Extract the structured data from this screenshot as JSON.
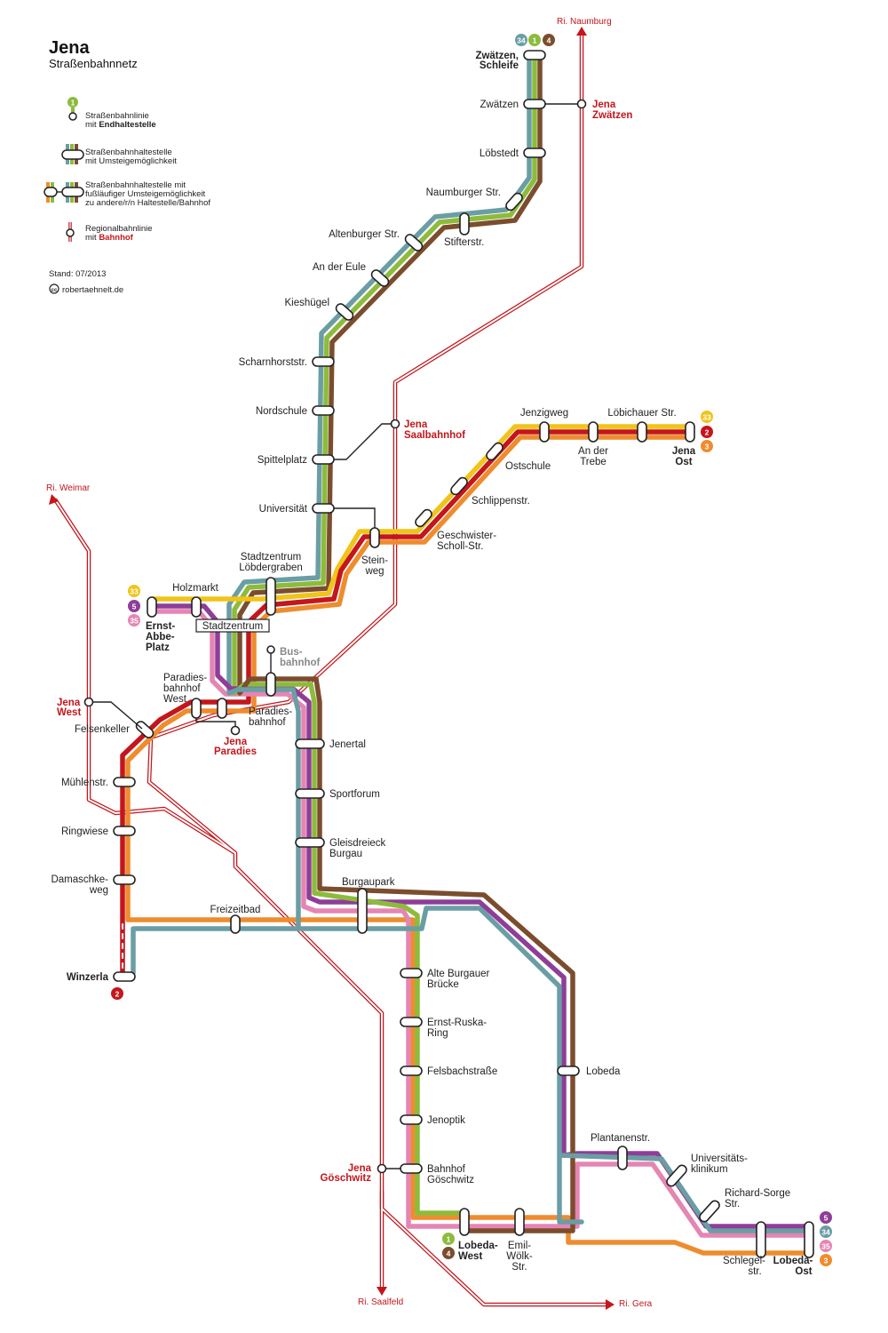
{
  "title": "Jena",
  "subtitle": "Straßenbahnnetz",
  "colors": {
    "line1": "#8dbb3c",
    "line2": "#c4161c",
    "line3": "#ee8c2e",
    "line4": "#7b4d2e",
    "line5": "#8e3e98",
    "line33": "#f0c419",
    "line34": "#6a9ea4",
    "line35": "#e585b4",
    "rail": "#c4161c"
  },
  "legend": {
    "terminus_l1": "Straßenbahnlinie",
    "terminus_l2_prefix": "mit ",
    "terminus_l2_bold": "Endhaltestelle",
    "transfer_l1": "Straßenbahnhaltestelle",
    "transfer_l2": "mit Umsteigemöglichkeit",
    "walk_l1": "Straßenbahnhaltestelle mit",
    "walk_l2": "fußläufiger Umsteigemöglichkeit",
    "walk_l3": "zu andere/r/n Haltestelle/Bahnhof",
    "rail_l1": "Regionalbahnlinie",
    "rail_l2_prefix": "mit ",
    "rail_l2_bold": "Bahnhof",
    "sample_line": "1"
  },
  "stand": "Stand: 07/2013",
  "credit": "robertaehnelt.de",
  "directions": {
    "naumburg": "Ri. Naumburg",
    "weimar": "Ri. Weimar",
    "saalfeld": "Ri. Saalfeld",
    "gera": "Ri. Gera"
  },
  "rail_stations": {
    "zwaetzen_1": "Jena",
    "zwaetzen_2": "Zwätzen",
    "saalbf_1": "Jena",
    "saalbf_2": "Saalbahnhof",
    "west_1": "Jena",
    "west_2": "West",
    "paradies_1": "Jena",
    "paradies_2": "Paradies",
    "goeschwitz_1": "Jena",
    "goeschwitz_2": "Göschwitz"
  },
  "stops": {
    "zwaetzen_schleife_1": "Zwätzen,",
    "zwaetzen_schleife_2": "Schleife",
    "zwaetzen": "Zwätzen",
    "loebstedt": "Löbstedt",
    "naumburger": "Naumburger Str.",
    "stifterstr": "Stifterstr.",
    "altenburger": "Altenburger Str.",
    "an_der_eule": "An der Eule",
    "kieshuegel": "Kieshügel",
    "scharnhorst": "Scharnhorststr.",
    "nordschule": "Nordschule",
    "spittelplatz": "Spittelplatz",
    "universitaet": "Universität",
    "steinweg_1": "Stein-",
    "steinweg_2": "weg",
    "gsschol_1": "Geschwister-",
    "gsschol_2": "Scholl-Str.",
    "schlippen": "Schlippenstr.",
    "ostschule": "Ostschule",
    "jenzigweg": "Jenzigweg",
    "antrebe_1": "An der",
    "antrebe_2": "Trebe",
    "loebichauer": "Löbichauer Str.",
    "jenaost_1": "Jena",
    "jenaost_2": "Ost",
    "stadtzentrum_l_1": "Stadtzentrum",
    "stadtzentrum_l_2": "Löbdergraben",
    "holzmarkt": "Holzmarkt",
    "eap_1": "Ernst-",
    "eap_2": "Abbe-",
    "eap_3": "Platz",
    "stadtzentrum_box": "Stadtzentrum",
    "busbf_1": "Bus-",
    "busbf_2": "bahnhof",
    "pbw_1": "Paradies-",
    "pbw_2": "bahnhof",
    "pbw_3": "West",
    "pb_1": "Paradies-",
    "pb_2": "bahnhof",
    "felsenkeller": "Felsenkeller",
    "jenertal": "Jenertal",
    "sportforum": "Sportforum",
    "gleisdreieck_1": "Gleisdreieck",
    "gleisdreieck_2": "Burgau",
    "muehlenstr": "Mühlenstr.",
    "ringwiese": "Ringwiese",
    "damaschke_1": "Damaschke-",
    "damaschke_2": "weg",
    "freizeitbad": "Freizeitbad",
    "winzerla": "Winzerla",
    "burgaupark": "Burgaupark",
    "altburgauer_1": "Alte Burgauer",
    "altburgauer_2": "Brücke",
    "ernstruska_1": "Ernst-Ruska-",
    "ernstruska_2": "Ring",
    "felsbach": "Felsbachstraße",
    "jenoptik": "Jenoptik",
    "bfgoesch_1": "Bahnhof",
    "bfgoesch_2": "Göschwitz",
    "lobeda": "Lobeda",
    "plantanen": "Plantanenstr.",
    "uniklinik_1": "Universitäts-",
    "uniklinik_2": "klinikum",
    "richardsorge_1": "Richard-Sorge",
    "richardsorge_2": "Str.",
    "schlegel_1": "Schlegel-",
    "schlegel_2": "str.",
    "lobedaost_1": "Lobeda-",
    "lobedaost_2": "Ost",
    "lobedawest_1": "Lobeda-",
    "lobedawest_2": "West",
    "emilwoelk_1": "Emil-",
    "emilwoelk_2": "Wölk-",
    "emilwoelk_3": "Str."
  },
  "badges": {
    "zw_34": "34",
    "zw_1": "1",
    "zw_4": "4",
    "ost_33": "33",
    "ost_2": "2",
    "ost_3": "3",
    "eap_33": "33",
    "eap_5": "5",
    "eap_35": "35",
    "win_2": "2",
    "lo_5": "5",
    "lo_34": "34",
    "lo_35": "35",
    "lo_3": "3",
    "lw_1": "1",
    "lw_4": "4"
  }
}
